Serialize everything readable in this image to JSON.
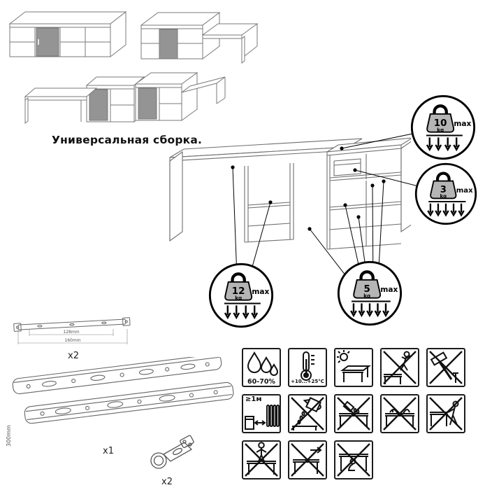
{
  "title": "Универсальная сборка.",
  "weight_badges": [
    {
      "value": "10",
      "unit": "kg",
      "max_label": "max"
    },
    {
      "value": "3",
      "unit": "kg",
      "max_label": "max"
    },
    {
      "value": "12",
      "unit": "kg",
      "max_label": "max"
    },
    {
      "value": "5",
      "unit": "kg",
      "max_label": "max"
    }
  ],
  "parts": [
    {
      "name": "mounting-rail",
      "count": "x2",
      "dims": [
        "128mm",
        "160mm"
      ]
    },
    {
      "name": "drawer-slide",
      "count": "x1",
      "dims": [
        "300mm"
      ]
    },
    {
      "name": "hinge",
      "count": "x2"
    }
  ],
  "care_icons": [
    {
      "name": "humidity-icon",
      "label": "60-70%"
    },
    {
      "name": "temperature-icon",
      "label": "+10...+25°C"
    },
    {
      "name": "no-direct-sunlight-icon",
      "label": ""
    },
    {
      "name": "no-jumping-icon",
      "label": ""
    },
    {
      "name": "no-hammering-icon",
      "label": ""
    },
    {
      "name": "heat-source-distance-icon",
      "label": "≥1м"
    },
    {
      "name": "no-pouring-icon",
      "label": ""
    },
    {
      "name": "no-spilled-liquids-icon",
      "label": ""
    },
    {
      "name": "no-wet-cloth-icon",
      "label": ""
    },
    {
      "name": "no-dragging-icon",
      "label": ""
    },
    {
      "name": "no-standing-icon",
      "label": ""
    },
    {
      "name": "no-pushing-icon",
      "label": ""
    },
    {
      "name": "no-crawling-under-icon",
      "label": ""
    }
  ],
  "colors": {
    "line_gray": "#7a7a7a",
    "door_gray": "#949494",
    "badge_black": "#000000"
  }
}
